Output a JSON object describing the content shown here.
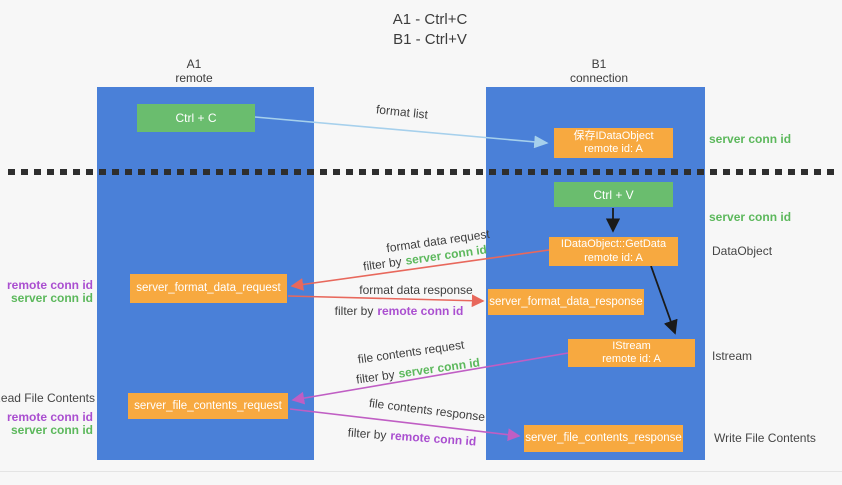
{
  "title": {
    "line1": "A1 - Ctrl+C",
    "line2": "B1 - Ctrl+V"
  },
  "lanes": {
    "a": {
      "name": "A1",
      "role": "remote"
    },
    "b": {
      "name": "B1",
      "role": "connection"
    }
  },
  "boxes": {
    "ctrl_c": "Ctrl + C",
    "ctrl_v": "Ctrl + V",
    "save_idataobject": {
      "line1": "保存IDataObject",
      "line2": "remote id: A"
    },
    "getdata": {
      "line1": "IDataObject::GetData",
      "line2": "remote id: A"
    },
    "istream": {
      "line1": "IStream",
      "line2": "remote id: A"
    },
    "server_format_data_request": "server_format_data_request",
    "server_format_data_response": "server_format_data_response",
    "server_file_contents_request": "server_file_contents_request",
    "server_file_contents_response": "server_file_contents_response"
  },
  "edge_labels": {
    "format_list": "format list",
    "format_data_request": "format data request",
    "format_data_response": "format data response",
    "file_contents_request": "file contents request",
    "file_contents_response": "file contents response",
    "filter_by": "filter by",
    "server_conn_id": "server conn id",
    "remote_conn_id": "remote conn id"
  },
  "side_labels": {
    "server_conn_id": "server conn id",
    "remote_conn_id": "remote conn id",
    "dataobject": "DataObject",
    "istream": "Istream",
    "read_file_contents": "Read File Contents",
    "write_file_contents": "Write File Contents"
  },
  "colors": {
    "lane_blue": "#4a80d8",
    "box_orange": "#f7a940",
    "box_green": "#6abd6e",
    "arrow_red": "#e8685c",
    "arrow_magenta": "#c05ec4",
    "arrow_light_blue": "#a6d0ec",
    "arrow_black": "#1a1a1a",
    "label_green": "#5cb85c",
    "label_purple": "#aa4fd0",
    "text_dark": "#3f3f3f",
    "background": "#f7f7f7"
  }
}
